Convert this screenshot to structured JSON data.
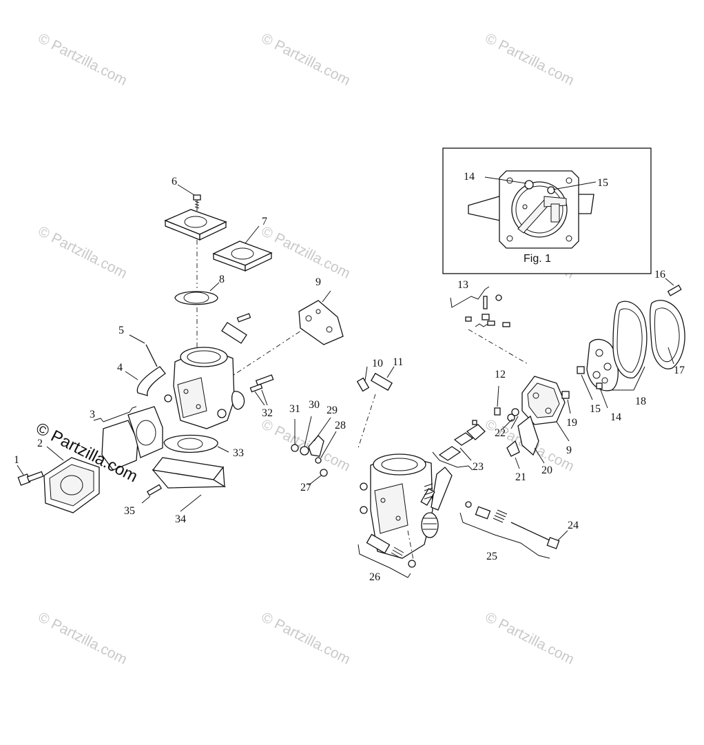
{
  "watermark": {
    "text": "© Partzilla.com",
    "copies": [
      {
        "col": 0,
        "row": 0
      },
      {
        "col": 1,
        "row": 0
      },
      {
        "col": 2,
        "row": 0
      },
      {
        "col": 0,
        "row": 1
      },
      {
        "col": 1,
        "row": 1
      },
      {
        "col": 2,
        "row": 1
      },
      {
        "col": 1,
        "row": 2
      },
      {
        "col": 2,
        "row": 2
      },
      {
        "col": 0,
        "row": 3
      },
      {
        "col": 1,
        "row": 3
      },
      {
        "col": 2,
        "row": 3
      }
    ],
    "main_text": "© Partzilla.com"
  },
  "inset": {
    "caption": "Fig. 1",
    "labels": [
      "14",
      "15"
    ]
  },
  "callouts": [
    "1",
    "2",
    "3",
    "4",
    "5",
    "6",
    "7",
    "8",
    "9",
    "10",
    "11",
    "12",
    "13",
    "14",
    "15",
    "16",
    "17",
    "18",
    "19",
    "20",
    "21",
    "22",
    "23",
    "24",
    "25",
    "26",
    "27",
    "28",
    "29",
    "30",
    "31",
    "32",
    "33",
    "34",
    "35"
  ],
  "right_labels": [
    "9",
    "15",
    "14"
  ]
}
